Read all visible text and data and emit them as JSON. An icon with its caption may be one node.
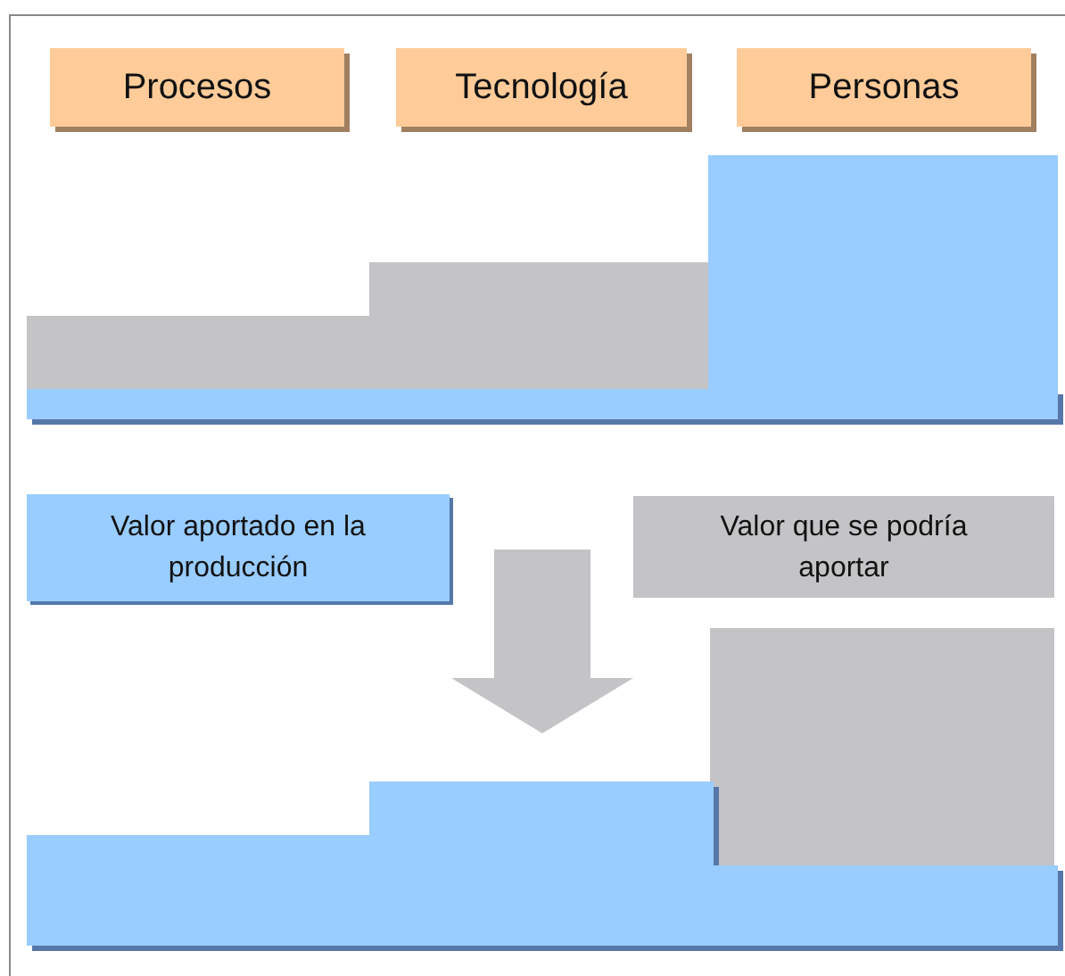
{
  "diagram": {
    "nodes": [
      {
        "text": [
          "Procesos"
        ]
      },
      {
        "text": [
          "Tecnología"
        ]
      },
      {
        "text": [
          "Personas"
        ]
      }
    ],
    "legend": [
      {
        "text": "Valor aportado en la producción",
        "color": "#99ccff"
      },
      {
        "text": "Valor que se podría aportar",
        "color": "#c4c3c6"
      }
    ]
  }
}
